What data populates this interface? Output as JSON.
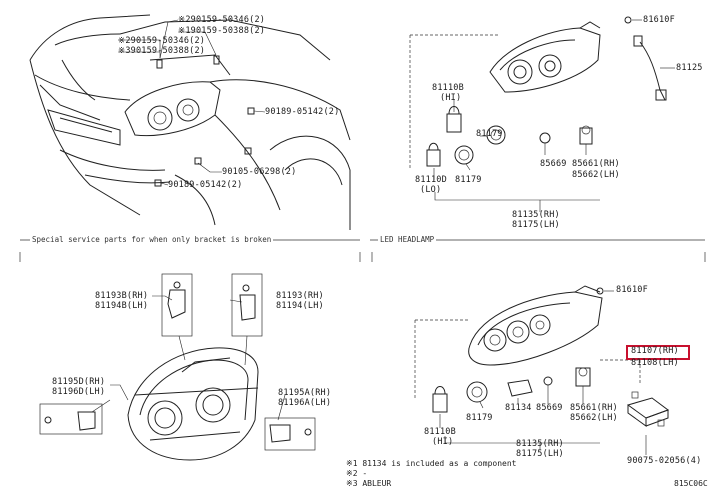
{
  "labels": {
    "top_left": {
      "p1": "※290159-50346(2)",
      "p2": "※190159-50388(2)",
      "p3": "※290159-50346(2)",
      "p4": "※390159-50388(2)",
      "p5": "90189-05142(2)",
      "p6": "90105-06298(2)",
      "p7": "90189-05142(2)"
    },
    "top_right": {
      "p81610": "81610F",
      "p81125": "81125",
      "p81110b": "81110B",
      "p81110b_sub": "(HI)",
      "p81179a": "81179",
      "p81110d": "81110D",
      "p81110d_sub": "(LO)",
      "p81179b": "81179",
      "p85669": "85669",
      "p85661": "85661(RH)",
      "p85662": "85662(LH)",
      "p81135": "81135(RH)",
      "p81175": "81175(LH)"
    },
    "bottom_left": {
      "section": "Special service parts for when only bracket is broken",
      "p81193b": "81193B(RH)",
      "p81194b": "81194B(LH)",
      "p81193": "81193(RH)",
      "p81194": "81194(LH)",
      "p81195d": "81195D(RH)",
      "p81196d": "81196D(LH)",
      "p81195a": "81195A(RH)",
      "p81196a": "81196A(LH)"
    },
    "bottom_right": {
      "section": "LED HEADLAMP",
      "p81610": "81610F",
      "p81107": "81107(RH)",
      "p81108": "81108(LH)",
      "p81110b": "81110B",
      "p81110b_sub": "(HI)",
      "p81179": "81179",
      "p81134": "81134",
      "p85669": "85669",
      "p85661": "85661(RH)",
      "p85662": "85662(LH)",
      "p81135": "81135(RH)",
      "p81175": "81175(LH)",
      "p90075": "90075-02056(4)"
    }
  },
  "notes": {
    "n1": "※1 81134 is included as a component",
    "n2": "※2 -",
    "n3": "※3 ABLEUR",
    "code": "815C06C"
  },
  "colors": {
    "line": "#222222",
    "highlight": "#c8102e",
    "background": "#ffffff"
  }
}
